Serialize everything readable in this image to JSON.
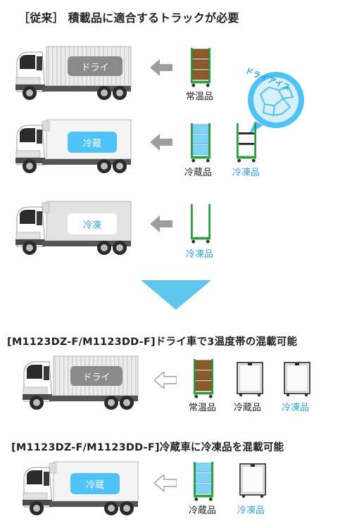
{
  "headings": {
    "conventional": "［従来］ 積載品に適合するトラックが必要",
    "dry_mixed": "[M1123DZ-F/M1123DD-F]ドライ車で3温度帯の混載可能",
    "reefer_mixed": "[M1123DZ-F/M1123DD-F]冷蔵車に冷凍品を混載可能"
  },
  "trucks": {
    "t1": "ドライ",
    "t2": "冷蔵",
    "t3": "冷凍",
    "t4": "ドライ",
    "t5": "冷蔵"
  },
  "items": {
    "ambient": "常温品",
    "chilled": "冷蔵品",
    "frozen": "冷凍品"
  },
  "dry_ice": "ドライアイス",
  "colors": {
    "green": "#2e9e3f",
    "brown": "#8b5a2b",
    "blue_label": "#2aa3dc",
    "light_blue_panel": "#4fc3f7",
    "gray_panel": "#8a8a8a",
    "arrow_gray": "#9e9e9e",
    "down_arrow": "#5fc6f0"
  }
}
